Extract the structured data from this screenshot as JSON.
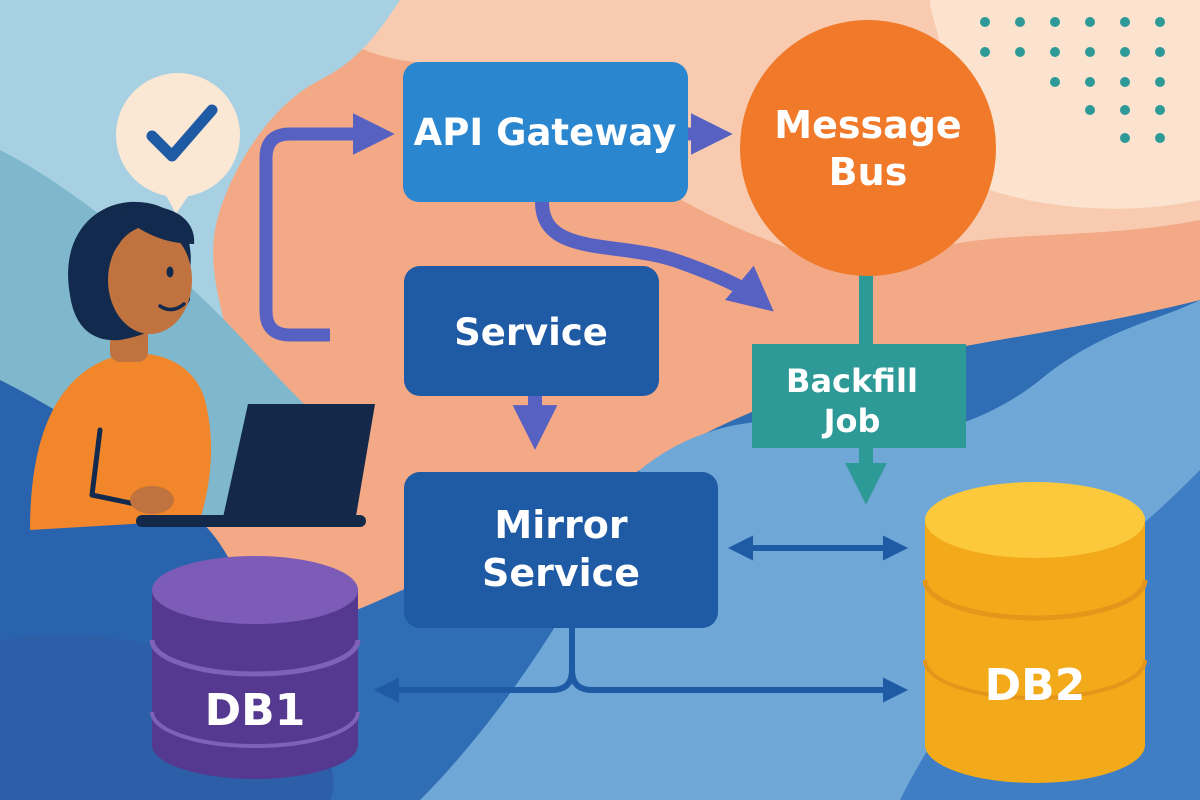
{
  "diagram": {
    "nodes": {
      "api_gateway": {
        "label": "API Gateway",
        "shape": "rounded-rect",
        "color": "#2a86cf"
      },
      "message_bus": {
        "label_lines": [
          "Message",
          "Bus"
        ],
        "shape": "circle",
        "color": "#f07a2a"
      },
      "service": {
        "label": "Service",
        "shape": "rounded-rect",
        "color": "#1f5aa5"
      },
      "backfill_job": {
        "label_lines": [
          "Backfill",
          "Job"
        ],
        "shape": "rect",
        "color": "#2e9a98"
      },
      "mirror_service": {
        "label_lines": [
          "Mirror",
          "Service"
        ],
        "shape": "rounded-rect",
        "color": "#1f5aa5"
      },
      "db1": {
        "label": "DB1",
        "shape": "cylinder",
        "color": "#6b4aa6"
      },
      "db2": {
        "label": "DB2",
        "shape": "cylinder",
        "color": "#f5b324"
      }
    },
    "edges": [
      {
        "from": "user",
        "to": "api_gateway",
        "direction": "forward"
      },
      {
        "from": "api_gateway",
        "to": "message_bus",
        "direction": "forward"
      },
      {
        "from": "api_gateway",
        "to": "backfill_job",
        "direction": "forward"
      },
      {
        "from": "message_bus",
        "to": "backfill_job",
        "direction": "none"
      },
      {
        "from": "backfill_job",
        "to": "db2",
        "direction": "forward"
      },
      {
        "from": "service",
        "to": "mirror_service",
        "direction": "forward"
      },
      {
        "from": "mirror_service",
        "to": "db2",
        "direction": "both"
      },
      {
        "from": "mirror_service",
        "to": "db1",
        "direction": "forward"
      },
      {
        "from": "mirror_service",
        "to": "db2",
        "direction": "forward"
      }
    ],
    "decor": {
      "user_illustration": "person-with-laptop",
      "speech_bubble_icon": "checkmark-icon",
      "dot_grid": "dot-grid-decoration"
    },
    "colors": {
      "arrow": "#5661c2",
      "arrow_dark": "#1f5aa5",
      "teal": "#2e9a98",
      "label_text": "#ffffff"
    }
  }
}
